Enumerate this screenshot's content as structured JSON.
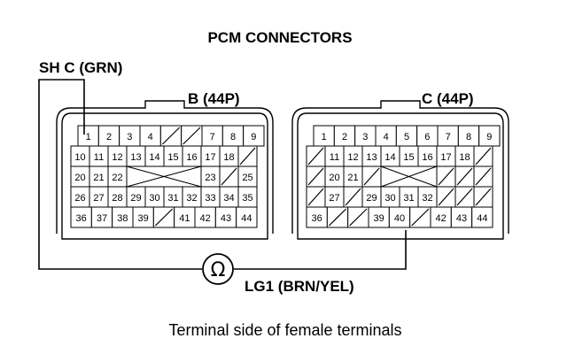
{
  "title": "PCM CONNECTORS",
  "wire_label": "SH C (GRN)",
  "meter_symbol": "Ω",
  "meter_lead_label": "LG1 (BRN/YEL)",
  "caption": "Terminal side of female terminals",
  "connectors": [
    {
      "name": "B (44P)",
      "rows": [
        [
          "1",
          "2",
          "3",
          "4",
          "/",
          "/",
          "7",
          "8",
          "9"
        ],
        [
          "10",
          "11",
          "12",
          "13",
          "14",
          "15",
          "16",
          "17",
          "18",
          "/"
        ],
        [
          "20",
          "21",
          "22",
          "",
          "",
          "",
          "",
          "23",
          "/",
          "25"
        ],
        [
          "26",
          "27",
          "28",
          "29",
          "30",
          "31",
          "32",
          "33",
          "34",
          "35"
        ],
        [
          "36",
          "37",
          "38",
          "39",
          "/",
          "41",
          "42",
          "43",
          "44"
        ]
      ]
    },
    {
      "name": "C (44P)",
      "rows": [
        [
          "1",
          "2",
          "3",
          "4",
          "5",
          "6",
          "7",
          "8",
          "9"
        ],
        [
          "/",
          "11",
          "12",
          "13",
          "14",
          "15",
          "16",
          "17",
          "18",
          "/"
        ],
        [
          "/",
          "20",
          "21",
          "/",
          "",
          "",
          "",
          "/",
          "/",
          "/"
        ],
        [
          "/",
          "27",
          "/",
          "29",
          "30",
          "31",
          "32",
          "/",
          "/",
          "/"
        ],
        [
          "36",
          "/",
          "/",
          "39",
          "40",
          "/",
          "42",
          "43",
          "44"
        ]
      ]
    }
  ]
}
